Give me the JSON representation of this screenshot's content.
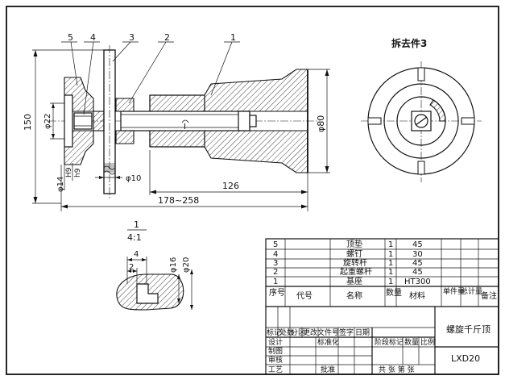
{
  "drawing": {
    "removed_part_label": "拆去件3",
    "detail_label": {
      "numerator": "1",
      "denominator": "4:1"
    },
    "roman_mark": "I",
    "balloons": [
      "5",
      "4",
      "3",
      "2",
      "1"
    ],
    "dims": {
      "d150": "150",
      "d22": "φ22",
      "d80": "φ80",
      "d14": "φ14",
      "H9": "H9",
      "h9": "h9",
      "d10": "φ10",
      "d126": "126",
      "d178": "178~258",
      "det_4": "4",
      "det_2": "2",
      "det_16": "φ16",
      "det_20": "φ20"
    }
  },
  "title_block": {
    "parts": [
      {
        "no": "5",
        "name": "顶垫",
        "qty": "1",
        "material": "45"
      },
      {
        "no": "4",
        "name": "螺钉",
        "qty": "1",
        "material": "30"
      },
      {
        "no": "3",
        "name": "旋转杆",
        "qty": "1",
        "material": "45"
      },
      {
        "no": "2",
        "name": "起重螺杆",
        "qty": "1",
        "material": "45"
      },
      {
        "no": "1",
        "name": "基座",
        "qty": "1",
        "material": "HT300"
      }
    ],
    "header": {
      "no": "序号",
      "code": "代号",
      "name": "名称",
      "qty": "数量",
      "material": "材料",
      "unit_weight": "单件重",
      "total_weight": "总计量",
      "remark": "备注"
    },
    "revision_header": [
      "标记",
      "处数",
      "分区",
      "更改文件号",
      "签字",
      "日期"
    ],
    "roles": [
      "设计",
      "制图",
      "审核",
      "工艺"
    ],
    "standardize": "标准化",
    "approve": "批准",
    "stage_header": [
      "阶段标记",
      "数量",
      "比例"
    ],
    "sheet_info": "共 张 第 张",
    "product_name": "螺旋千斤顶",
    "drawing_code": "LXD20"
  }
}
